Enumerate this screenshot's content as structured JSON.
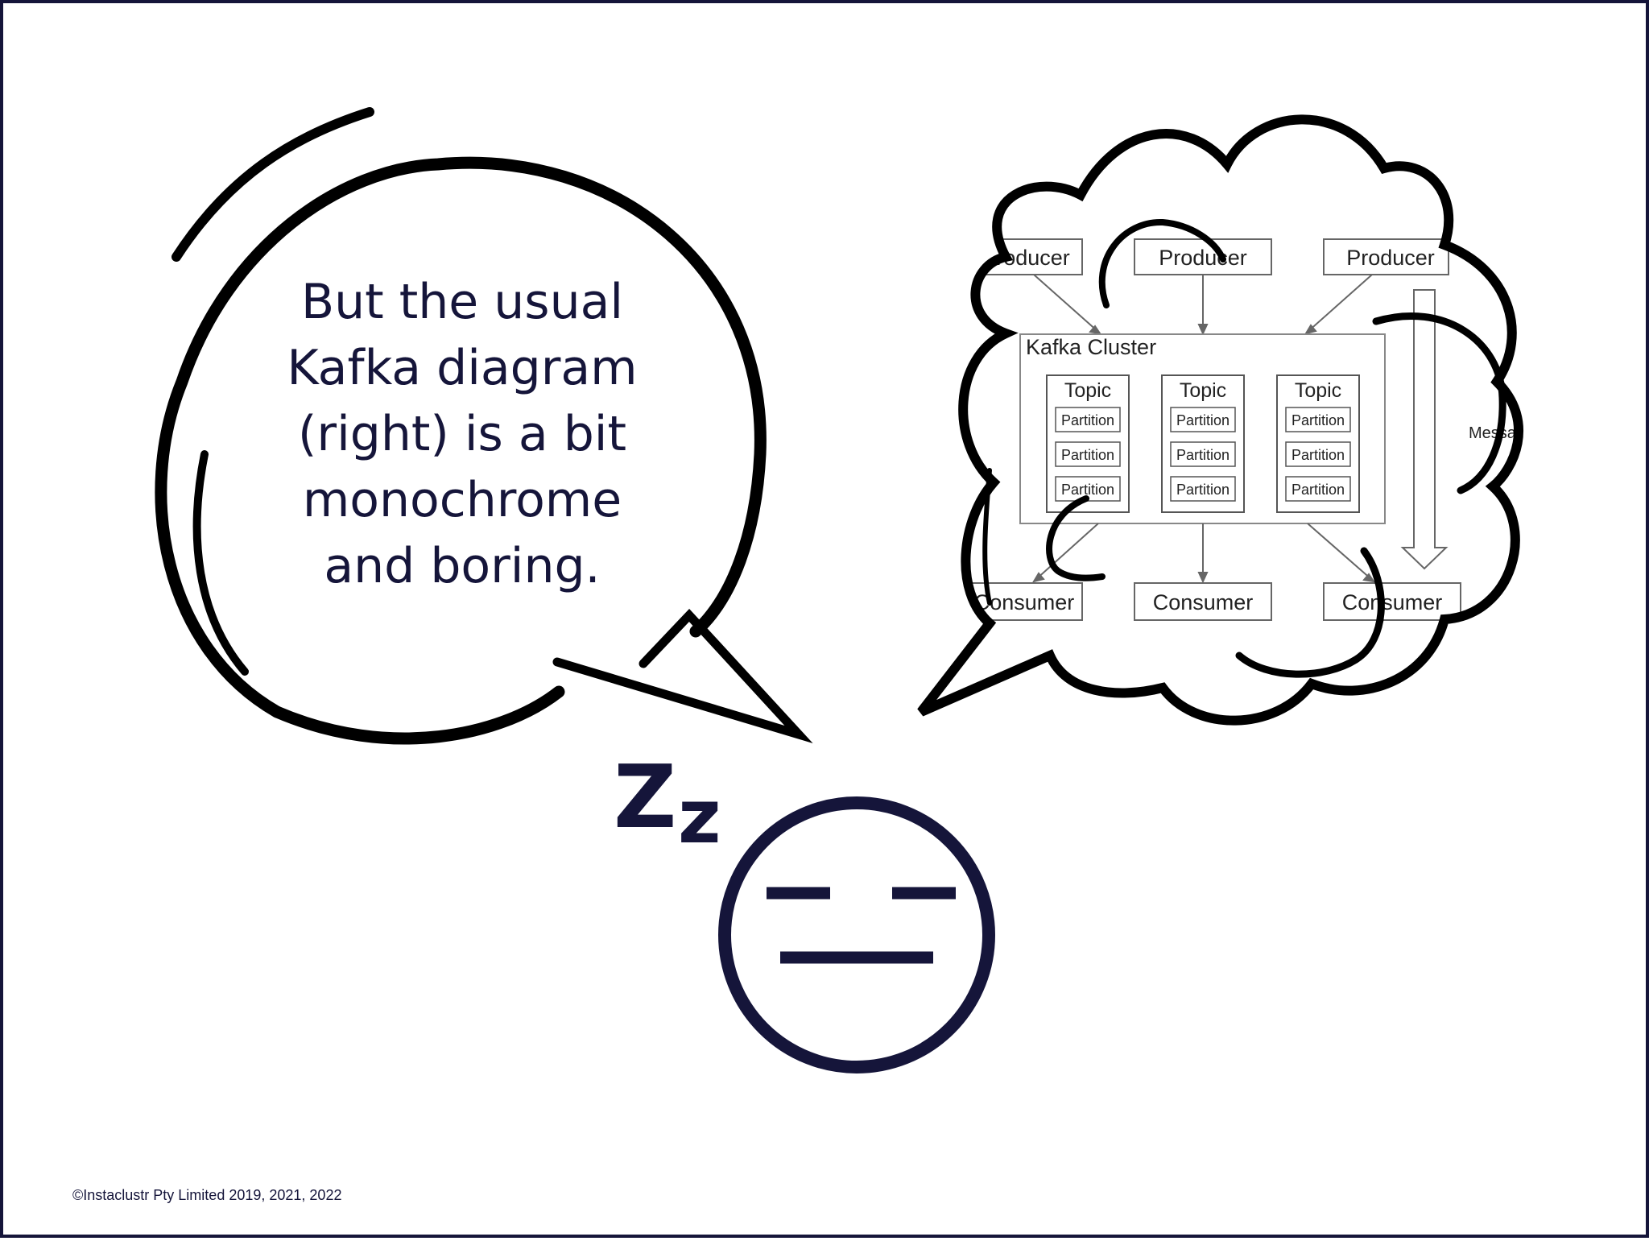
{
  "speech": {
    "lines": [
      "But the usual",
      "Kafka diagram",
      "(right) is a bit",
      "monochrome",
      "and boring."
    ]
  },
  "sleep": {
    "zz": [
      "Z",
      "z"
    ]
  },
  "kafka_diagram": {
    "producers": [
      "Producer",
      "Producer",
      "Producer"
    ],
    "cluster_label": "Kafka Cluster",
    "topics": [
      {
        "label": "Topic",
        "partitions": [
          "Partition",
          "Partition",
          "Partition"
        ]
      },
      {
        "label": "Topic",
        "partitions": [
          "Partition",
          "Partition",
          "Partition"
        ]
      },
      {
        "label": "Topic",
        "partitions": [
          "Partition",
          "Partition",
          "Partition"
        ]
      }
    ],
    "consumers": [
      "Consumer",
      "Consumer",
      "Consumer"
    ],
    "side_label": "Messages"
  },
  "footer": {
    "copyright": "©Instaclustr Pty Limited 2019, 2021, 2022"
  },
  "colors": {
    "navy": "#15153a",
    "ink": "#000000",
    "diagram_gray": "#555555"
  }
}
